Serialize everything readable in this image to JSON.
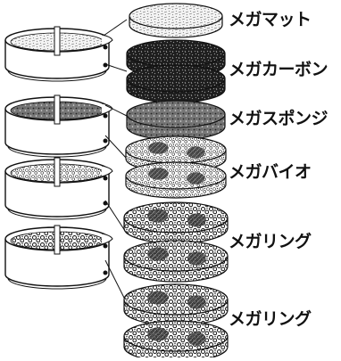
{
  "diagram": {
    "labels": [
      "メガマット",
      "メガカーボン",
      "メガスポンジ",
      "メガバイオ",
      "メガリング",
      "メガリング"
    ],
    "trays": [
      {
        "name": "tray-1",
        "media": "mat"
      },
      {
        "name": "tray-2",
        "media": "sponge"
      },
      {
        "name": "tray-3",
        "media": "bio"
      },
      {
        "name": "tray-4",
        "media": "ring"
      }
    ],
    "media_pads": [
      {
        "name": "mat-pad",
        "pattern": "mat"
      },
      {
        "name": "carbon-pad-1",
        "pattern": "carbon"
      },
      {
        "name": "carbon-pad-2",
        "pattern": "carbon"
      },
      {
        "name": "sponge-pad",
        "pattern": "sponge"
      },
      {
        "name": "bio-pad-1",
        "pattern": "bio"
      },
      {
        "name": "bio-pad-2",
        "pattern": "bio"
      },
      {
        "name": "ring-pad-1",
        "pattern": "ring"
      },
      {
        "name": "ring-pad-2",
        "pattern": "ring"
      },
      {
        "name": "ring-pad-3",
        "pattern": "ring"
      },
      {
        "name": "ring-pad-4",
        "pattern": "ring"
      }
    ]
  },
  "colors": {
    "line": "#111111",
    "fill": "#ffffff",
    "dark": "#2a2a2a"
  }
}
